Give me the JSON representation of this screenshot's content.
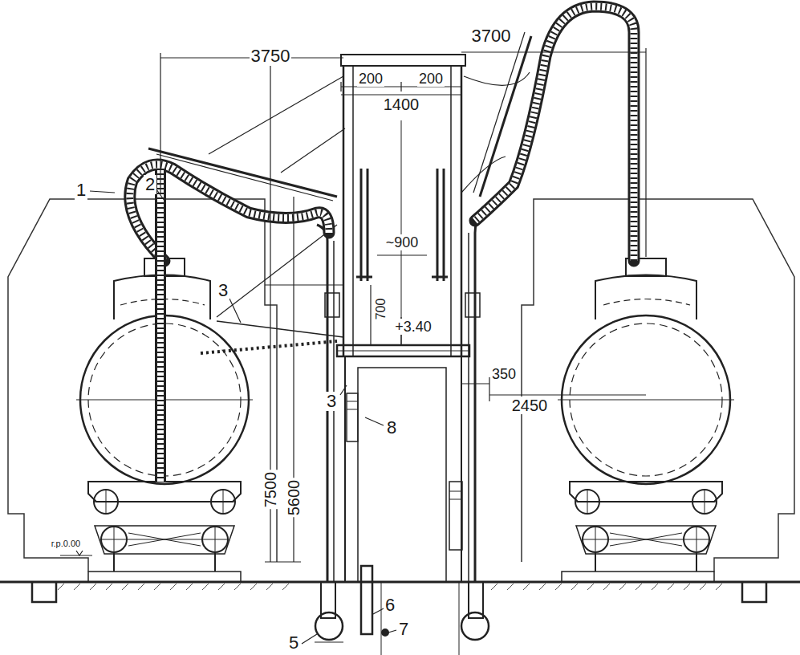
{
  "diagram": {
    "labels": [
      "3750",
      "3700",
      "200",
      "200",
      "1400",
      "1",
      "2",
      "3",
      "~900",
      "700",
      "+3.40",
      "3",
      "8",
      "350",
      "2450",
      "7500",
      "5600",
      "г.р.0.00",
      "5",
      "6",
      "7"
    ]
  }
}
